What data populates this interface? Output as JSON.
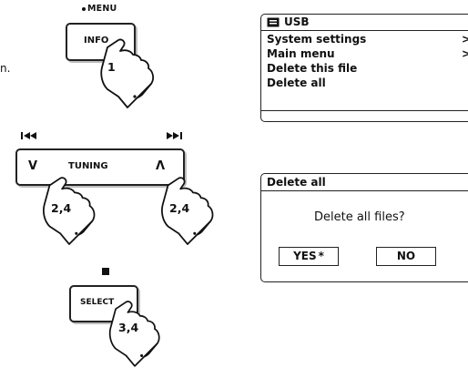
{
  "left_panel": {
    "fragment": "n.",
    "info_group": {
      "top_label": "MENU",
      "button_label": "INFO",
      "step": "1"
    },
    "tuning_group": {
      "prev_icon": "skip-back-icon",
      "next_icon": "skip-forward-icon",
      "down_glyph": "V",
      "label": "TUNING",
      "up_glyph": "Λ",
      "step_left": "2,4",
      "step_right": "2,4"
    },
    "select_group": {
      "top_icon": "stop-square-icon",
      "button_label": "SELECT",
      "step": "3,4"
    }
  },
  "usb_screen": {
    "header_icon": "usb-folder-icon",
    "title": "USB",
    "items": [
      {
        "label": "System settings",
        "arrow": ">"
      },
      {
        "label": "Main menu",
        "arrow": ">"
      },
      {
        "label": "Delete this file",
        "arrow": ""
      },
      {
        "label": "Delete all",
        "arrow": ""
      }
    ]
  },
  "delete_dialog": {
    "title": "Delete all",
    "question": "Delete all files?",
    "yes_label": "YES",
    "yes_marker": "*",
    "no_label": "NO"
  }
}
